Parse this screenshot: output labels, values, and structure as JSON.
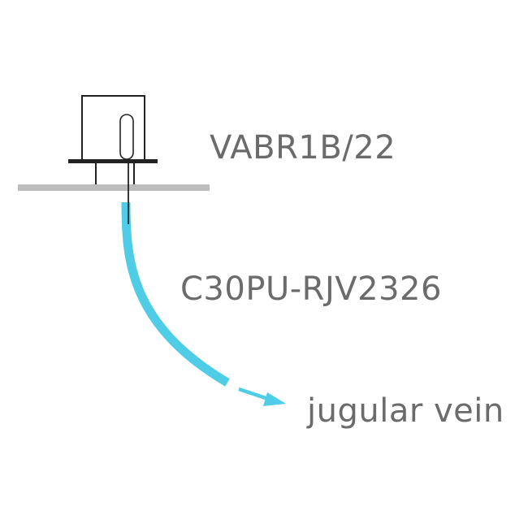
{
  "labels": {
    "device": "VABR1B/22",
    "catheter": "C30PU-RJV2326",
    "destination": "jugular vein"
  },
  "colors": {
    "catheter": "#4fcce6",
    "outline": "#222222",
    "skin": "#bdbdbd",
    "text": "#6b6b6b"
  }
}
